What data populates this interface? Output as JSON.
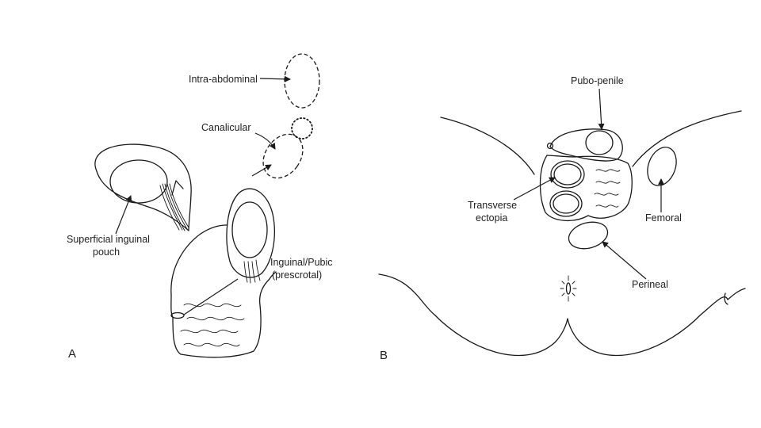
{
  "panel_a": {
    "letter": "A",
    "labels": {
      "intra_abdominal": "Intra-abdominal",
      "canalicular": "Canalicular",
      "superficial_line1": "Superficial inguinal",
      "superficial_line2": "pouch",
      "inguinal_line1": "Inguinal/Pubic",
      "inguinal_line2": "(prescrotal)"
    }
  },
  "panel_b": {
    "letter": "B",
    "labels": {
      "pubo_penile": "Pubo-penile",
      "transverse_line1": "Transverse",
      "transverse_line2": "ectopia",
      "femoral": "Femoral",
      "perineal": "Perineal"
    }
  },
  "colors": {
    "ink": "#1a1a1a",
    "text": "#222222",
    "background": "#ffffff"
  }
}
